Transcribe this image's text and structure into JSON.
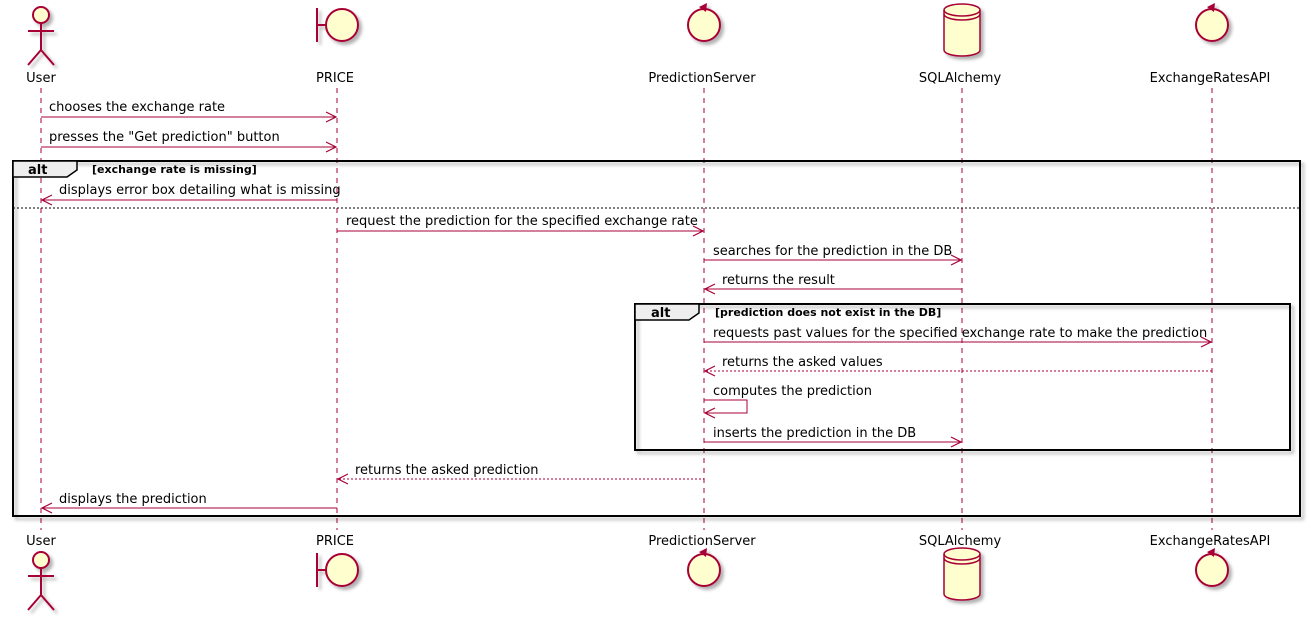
{
  "participants": [
    {
      "id": "user",
      "name": "User",
      "type": "actor"
    },
    {
      "id": "price",
      "name": "PRICE",
      "type": "boundary"
    },
    {
      "id": "predictionserver",
      "name": "PredictionServer",
      "type": "control"
    },
    {
      "id": "sqlalchemy",
      "name": "SQLAlchemy",
      "type": "database"
    },
    {
      "id": "exchangeratesapi",
      "name": "ExchangeRatesAPI",
      "type": "control"
    }
  ],
  "colors": {
    "line": "#A80036",
    "fill": "#FEFECE",
    "frame_tab": "#EEEEEE",
    "text": "#000000"
  },
  "messages": [
    {
      "from": "user",
      "to": "price",
      "label": "chooses the exchange rate",
      "style": "solid"
    },
    {
      "from": "user",
      "to": "price",
      "label": "presses the \"Get prediction\" button",
      "style": "solid"
    },
    {
      "from": "price",
      "to": "user",
      "label": "displays error box detailing what is missing",
      "style": "solid"
    },
    {
      "from": "price",
      "to": "predictionserver",
      "label": "request the prediction for the specified exchange rate",
      "style": "solid"
    },
    {
      "from": "predictionserver",
      "to": "sqlalchemy",
      "label": "searches for the prediction in the DB",
      "style": "solid"
    },
    {
      "from": "sqlalchemy",
      "to": "predictionserver",
      "label": "returns the result",
      "style": "solid"
    },
    {
      "from": "predictionserver",
      "to": "exchangeratesapi",
      "label": "requests past values for the specified exchange rate to make the prediction",
      "style": "solid"
    },
    {
      "from": "exchangeratesapi",
      "to": "predictionserver",
      "label": "returns the asked values",
      "style": "dashed"
    },
    {
      "from": "predictionserver",
      "to": "predictionserver",
      "label": "computes the prediction",
      "style": "self"
    },
    {
      "from": "predictionserver",
      "to": "sqlalchemy",
      "label": "inserts the prediction in the DB",
      "style": "solid"
    },
    {
      "from": "predictionserver",
      "to": "price",
      "label": "returns the asked prediction",
      "style": "dashed"
    },
    {
      "from": "price",
      "to": "user",
      "label": "displays the prediction",
      "style": "solid"
    }
  ],
  "fragments": [
    {
      "keyword": "alt",
      "condition": "[exchange rate is missing]",
      "has_else": true
    },
    {
      "keyword": "alt",
      "condition": "[prediction does not exist in the DB]",
      "has_else": false
    }
  ]
}
